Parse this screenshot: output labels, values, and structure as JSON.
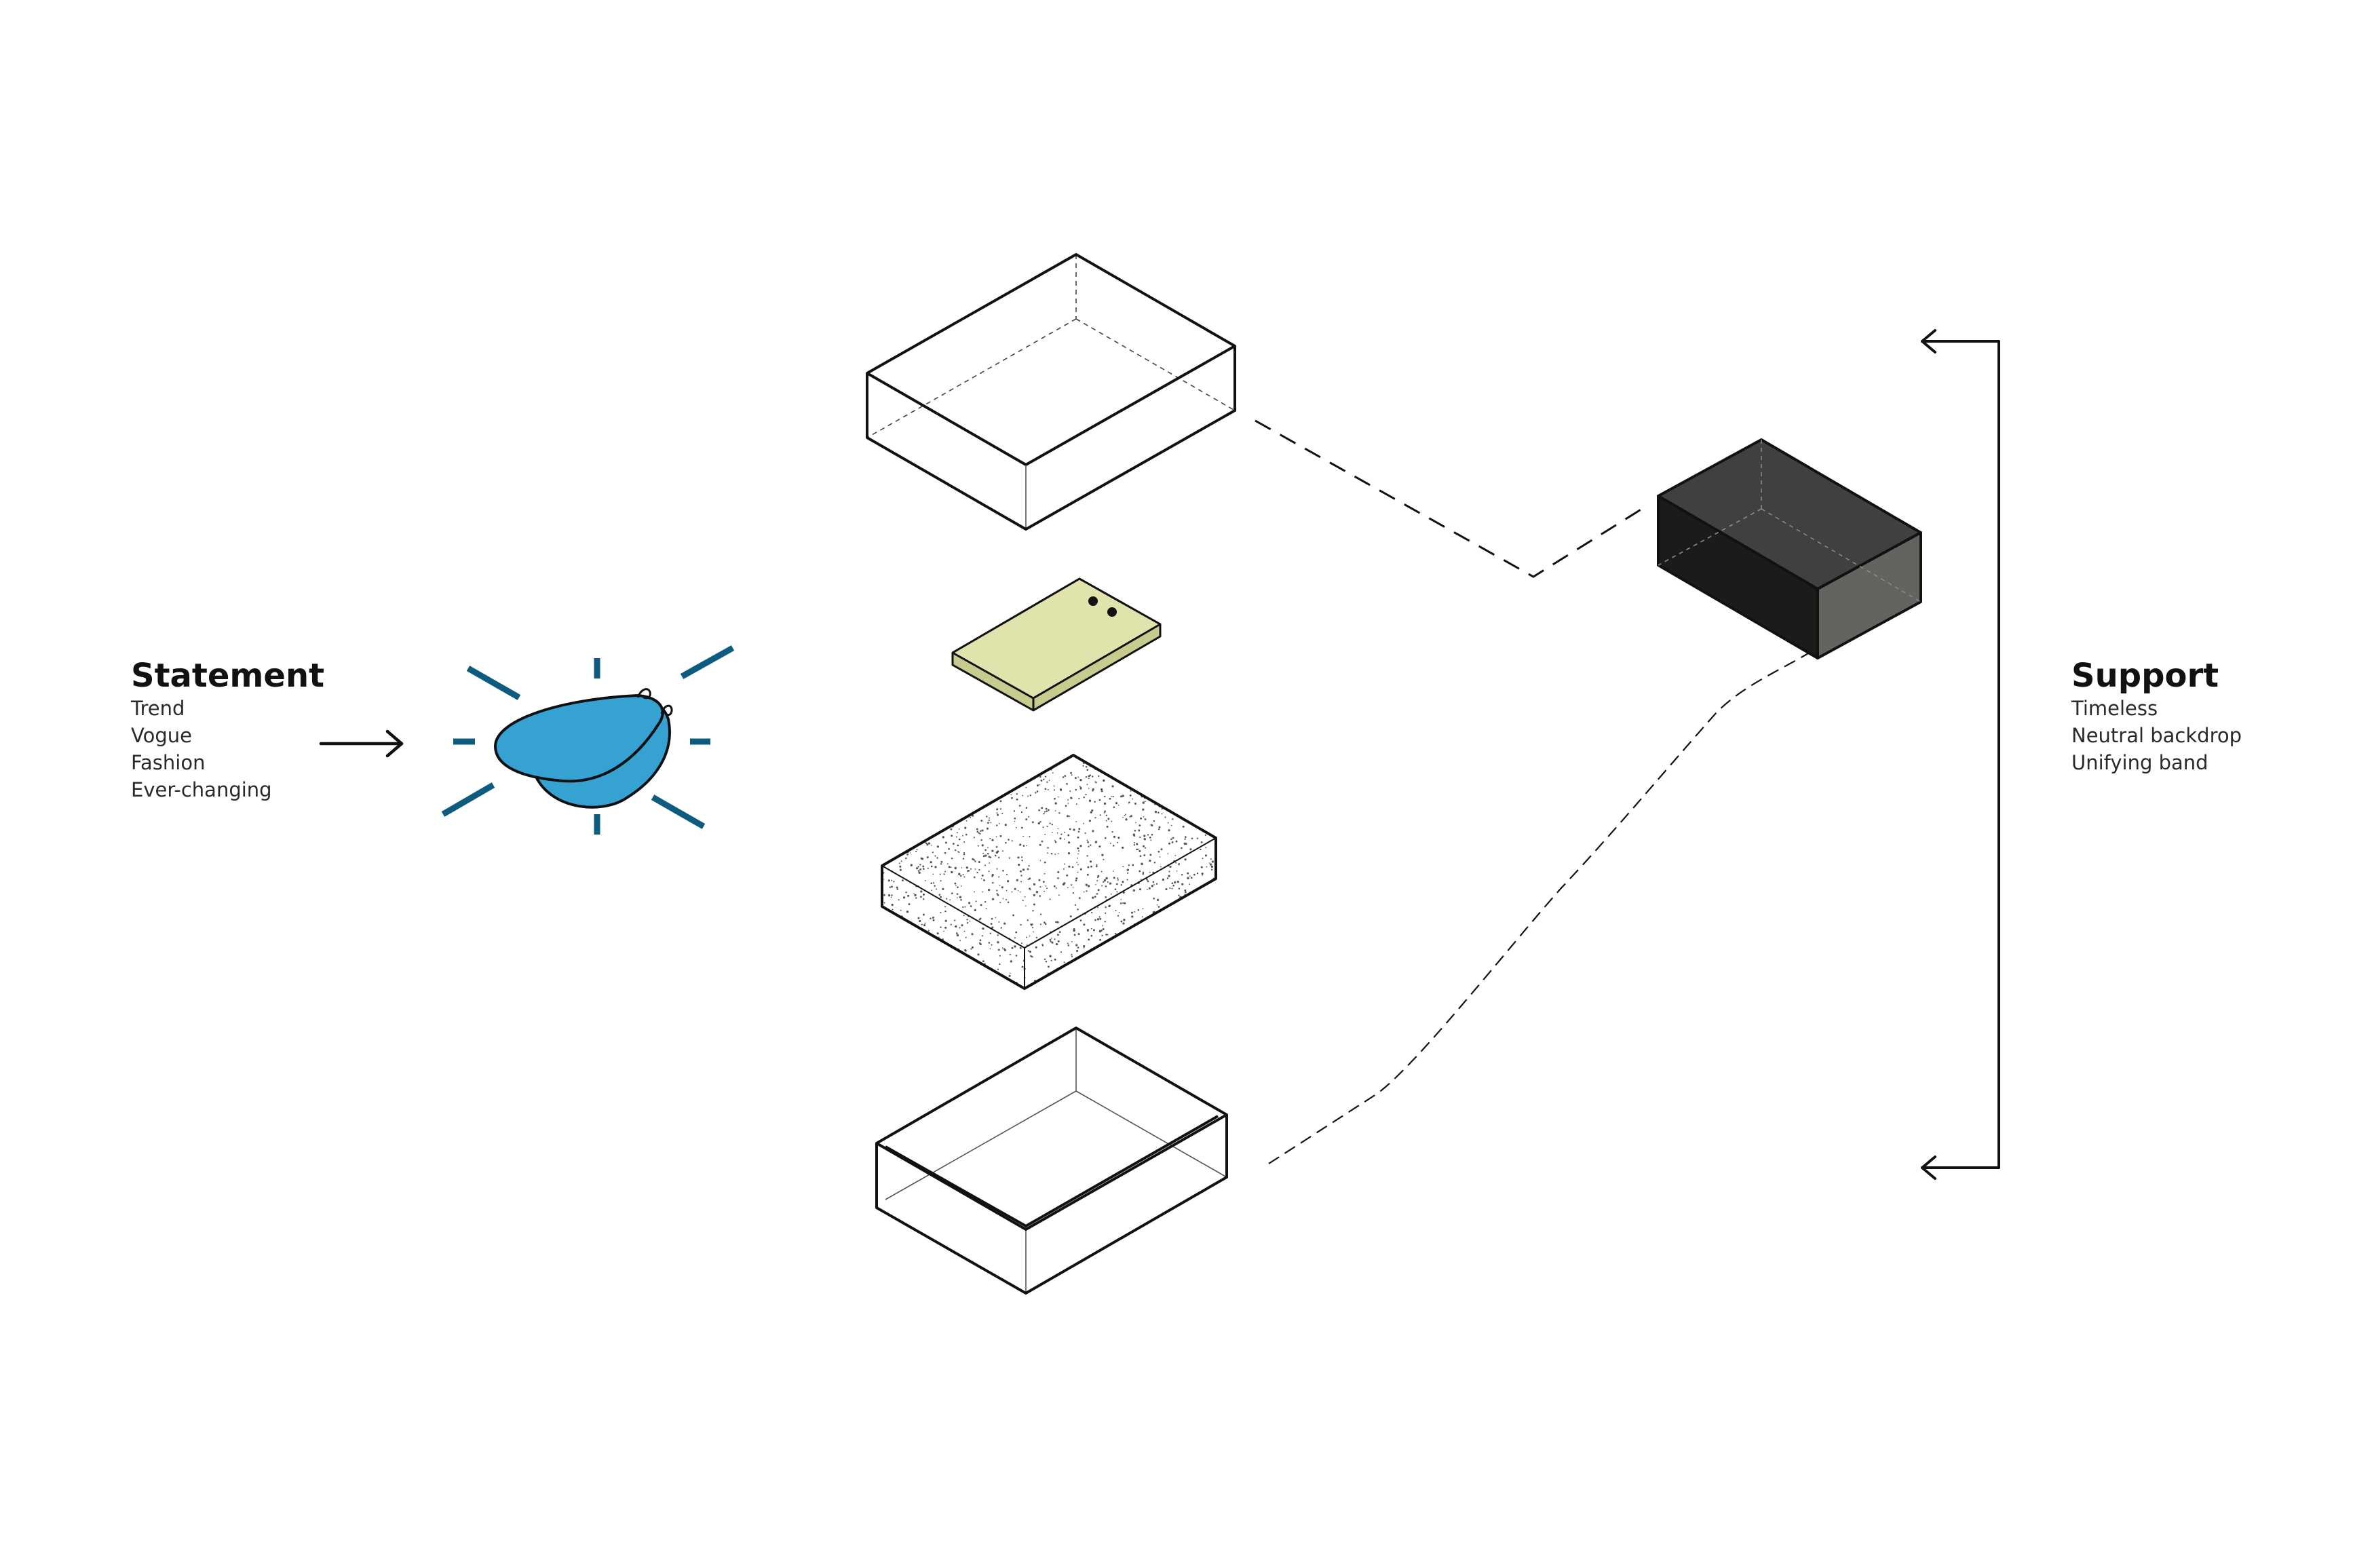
{
  "statement": {
    "title": "Statement",
    "lines": [
      "Trend",
      "Vogue",
      "Fashion",
      "Ever-changing"
    ]
  },
  "support": {
    "title": "Support",
    "lines": [
      "Timeless",
      "Neutral backdrop",
      "Unifying band"
    ]
  },
  "colors": {
    "earring_fill": "#35a2d2",
    "ray": "#0d5b7e",
    "tray_fill": "#e0e3ac",
    "dark_box_top": "#404040",
    "dark_box_left": "#1b1b1a",
    "dark_box_right": "#63645f",
    "stroke": "#111111"
  },
  "icons": {
    "earring": "earring-icon",
    "arrow": "arrow-right-icon"
  }
}
